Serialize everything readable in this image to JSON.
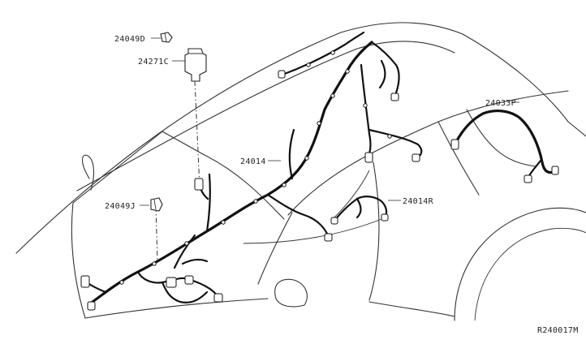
{
  "figure_code": "R240017M",
  "callouts": {
    "p24049D": "24049D",
    "p24271C": "24271C",
    "p24014": "24014",
    "p24049J": "24049J",
    "p24014R": "24014R",
    "p24033P": "24033P"
  }
}
